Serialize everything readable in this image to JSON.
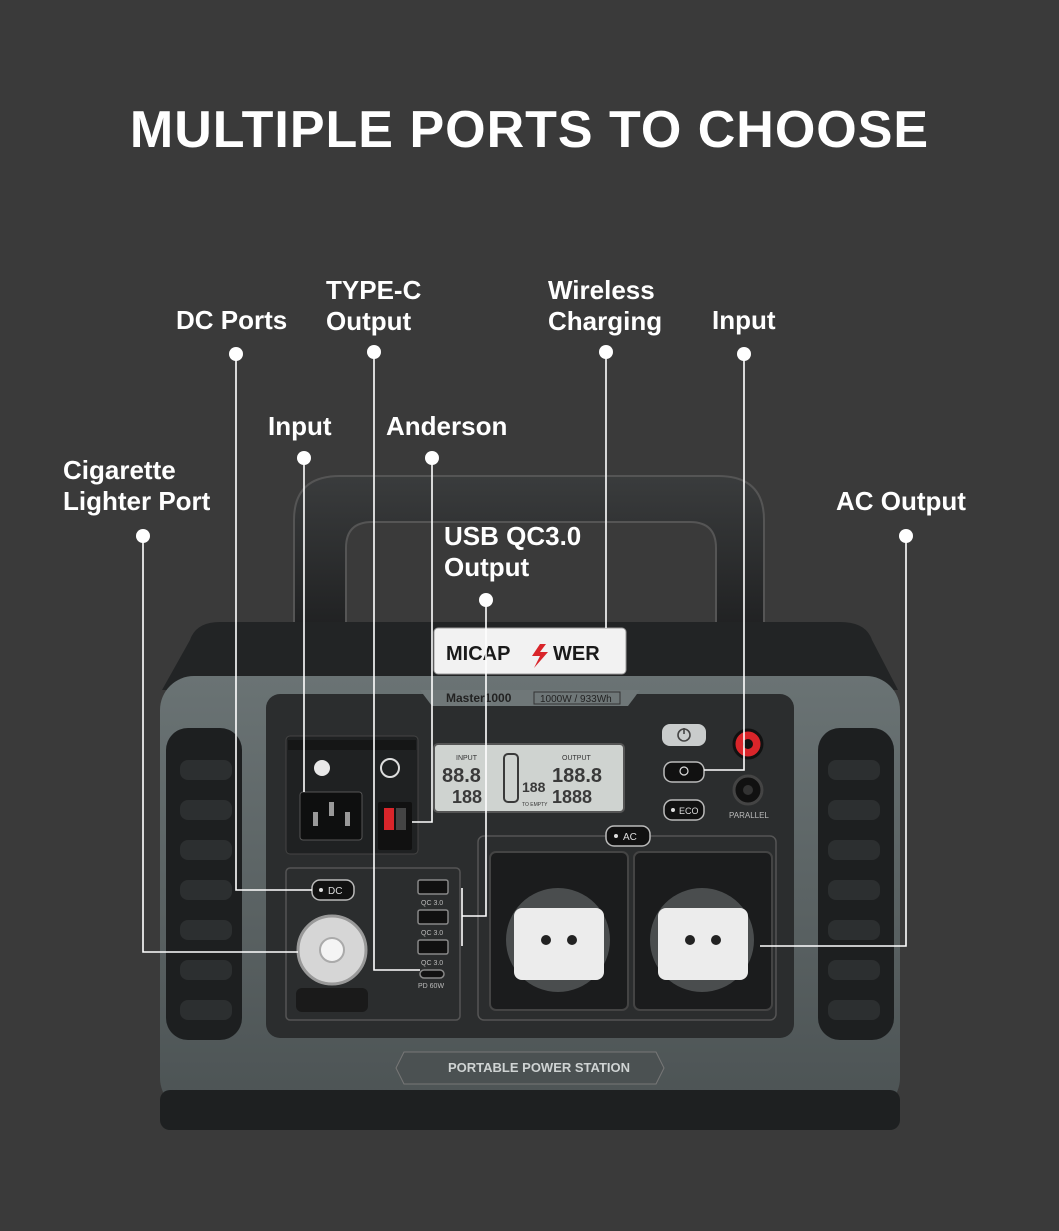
{
  "headline": "MULTIPLE PORTS TO CHOOSE",
  "callouts": {
    "dc_ports": [
      "DC Ports"
    ],
    "type_c_output": [
      "TYPE-C",
      "Output"
    ],
    "wireless_charging": [
      "Wireless",
      "Charging"
    ],
    "input_right": [
      "Input"
    ],
    "input_left": [
      "Input"
    ],
    "anderson": [
      "Anderson"
    ],
    "cigarette_lighter_port": [
      "Cigarette",
      "Lighter Port"
    ],
    "usb_qc_output": [
      "USB QC3.0",
      "Output"
    ],
    "ac_output": [
      "AC Output"
    ]
  },
  "device": {
    "brand_left": "MICAP",
    "brand_right": "WER",
    "model": "Master1000",
    "spec": "1000W / 933Wh",
    "footer": "PORTABLE POWER STATION",
    "dc_button": "DC",
    "ac_button": "AC",
    "eco_button": "ECO",
    "parallel_label": "PARALLEL",
    "usb_labels": [
      "QC 3.0",
      "QC 3.0",
      "QC 3.0"
    ],
    "typec_label": "PD 60W",
    "display": {
      "input_label": "INPUT",
      "output_label": "OUTPUT",
      "input_top": "88.8",
      "input_bottom": "188",
      "percent": "188",
      "output_top": "188.8",
      "output_bottom": "1888",
      "to_empty": "TO EMPTY"
    }
  },
  "colors": {
    "background": "#3a3a3a",
    "body_gray": "#5c6465",
    "panel_dark": "#2b2d2e",
    "accent_red": "#d9252a"
  }
}
